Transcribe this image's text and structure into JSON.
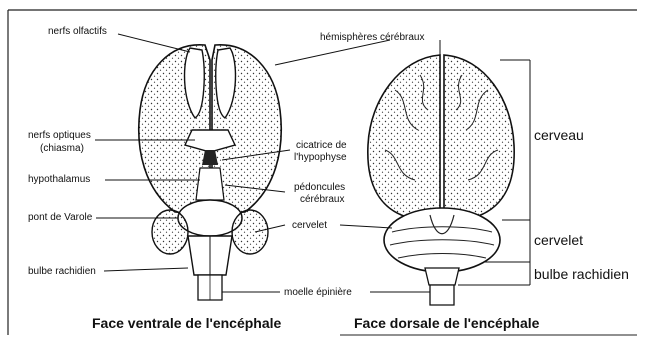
{
  "labels": {
    "nerfs_olfactifs": "nerfs olfactifs",
    "hemispheres": "hémisphères cérébraux",
    "nerfs_optiques_1": "nerfs optiques",
    "nerfs_optiques_2": "(chiasma)",
    "cicatrice_1": "cicatrice de",
    "cicatrice_2": "l'hypophyse",
    "hypothalamus": "hypothalamus",
    "pedoncules_1": "pédoncules",
    "pedoncules_2": "cérébraux",
    "pont": "pont de Varole",
    "cervelet_small": "cervelet",
    "bulbe_small": "bulbe rachidien",
    "moelle": "moelle épinière",
    "cerveau": "cerveau",
    "cervelet_big": "cervelet",
    "bulbe_big": "bulbe rachidien"
  },
  "captions": {
    "ventral": "Face ventrale de l'encéphale",
    "dorsal": "Face dorsale de l'encéphale"
  }
}
